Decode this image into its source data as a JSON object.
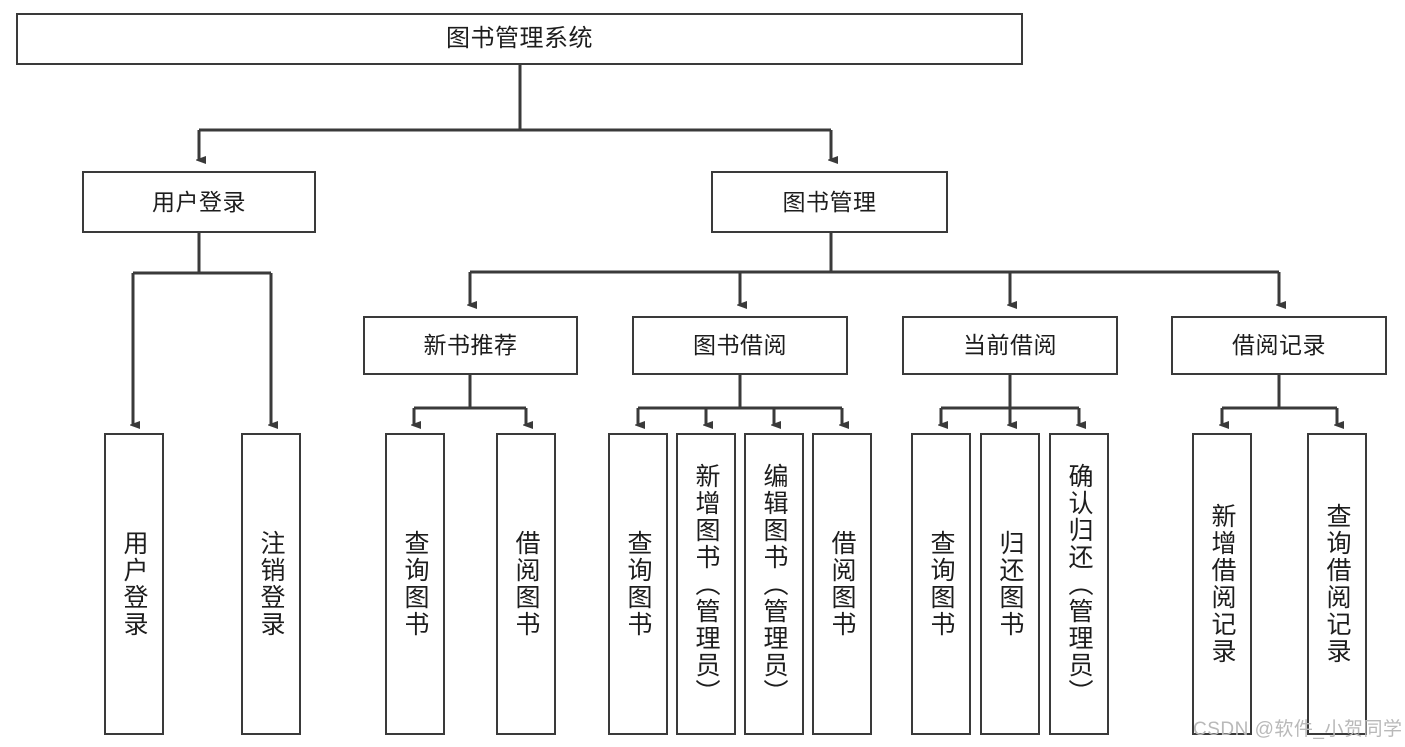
{
  "diagram": {
    "title": "图书管理系统",
    "watermark": "CSDN @软件_小贺同学",
    "colors": {
      "stroke": "#3a3a3a",
      "fill": "#ffffff",
      "text": "#1d1d1d",
      "watermark": "#b9b9b9"
    },
    "root": {
      "label": "图书管理系统"
    },
    "level2": [
      {
        "label": "用户登录"
      },
      {
        "label": "图书管理"
      }
    ],
    "level3": [
      {
        "label": "新书推荐"
      },
      {
        "label": "图书借阅"
      },
      {
        "label": "当前借阅"
      },
      {
        "label": "借阅记录"
      }
    ],
    "leaves": {
      "user_login": [
        {
          "label": "用户登录"
        },
        {
          "label": "注销登录"
        }
      ],
      "new_book": [
        {
          "label": "查询图书"
        },
        {
          "label": "借阅图书"
        }
      ],
      "book_borrow": [
        {
          "label": "查询图书"
        },
        {
          "label": "新增图书（管理员）"
        },
        {
          "label": "编辑图书（管理员）"
        },
        {
          "label": "借阅图书"
        }
      ],
      "current_borrow": [
        {
          "label": "查询图书"
        },
        {
          "label": "归还图书"
        },
        {
          "label": "确认归还（管理员）"
        }
      ],
      "borrow_record": [
        {
          "label": "新增借阅记录"
        },
        {
          "label": "查询借阅记录"
        }
      ]
    }
  }
}
